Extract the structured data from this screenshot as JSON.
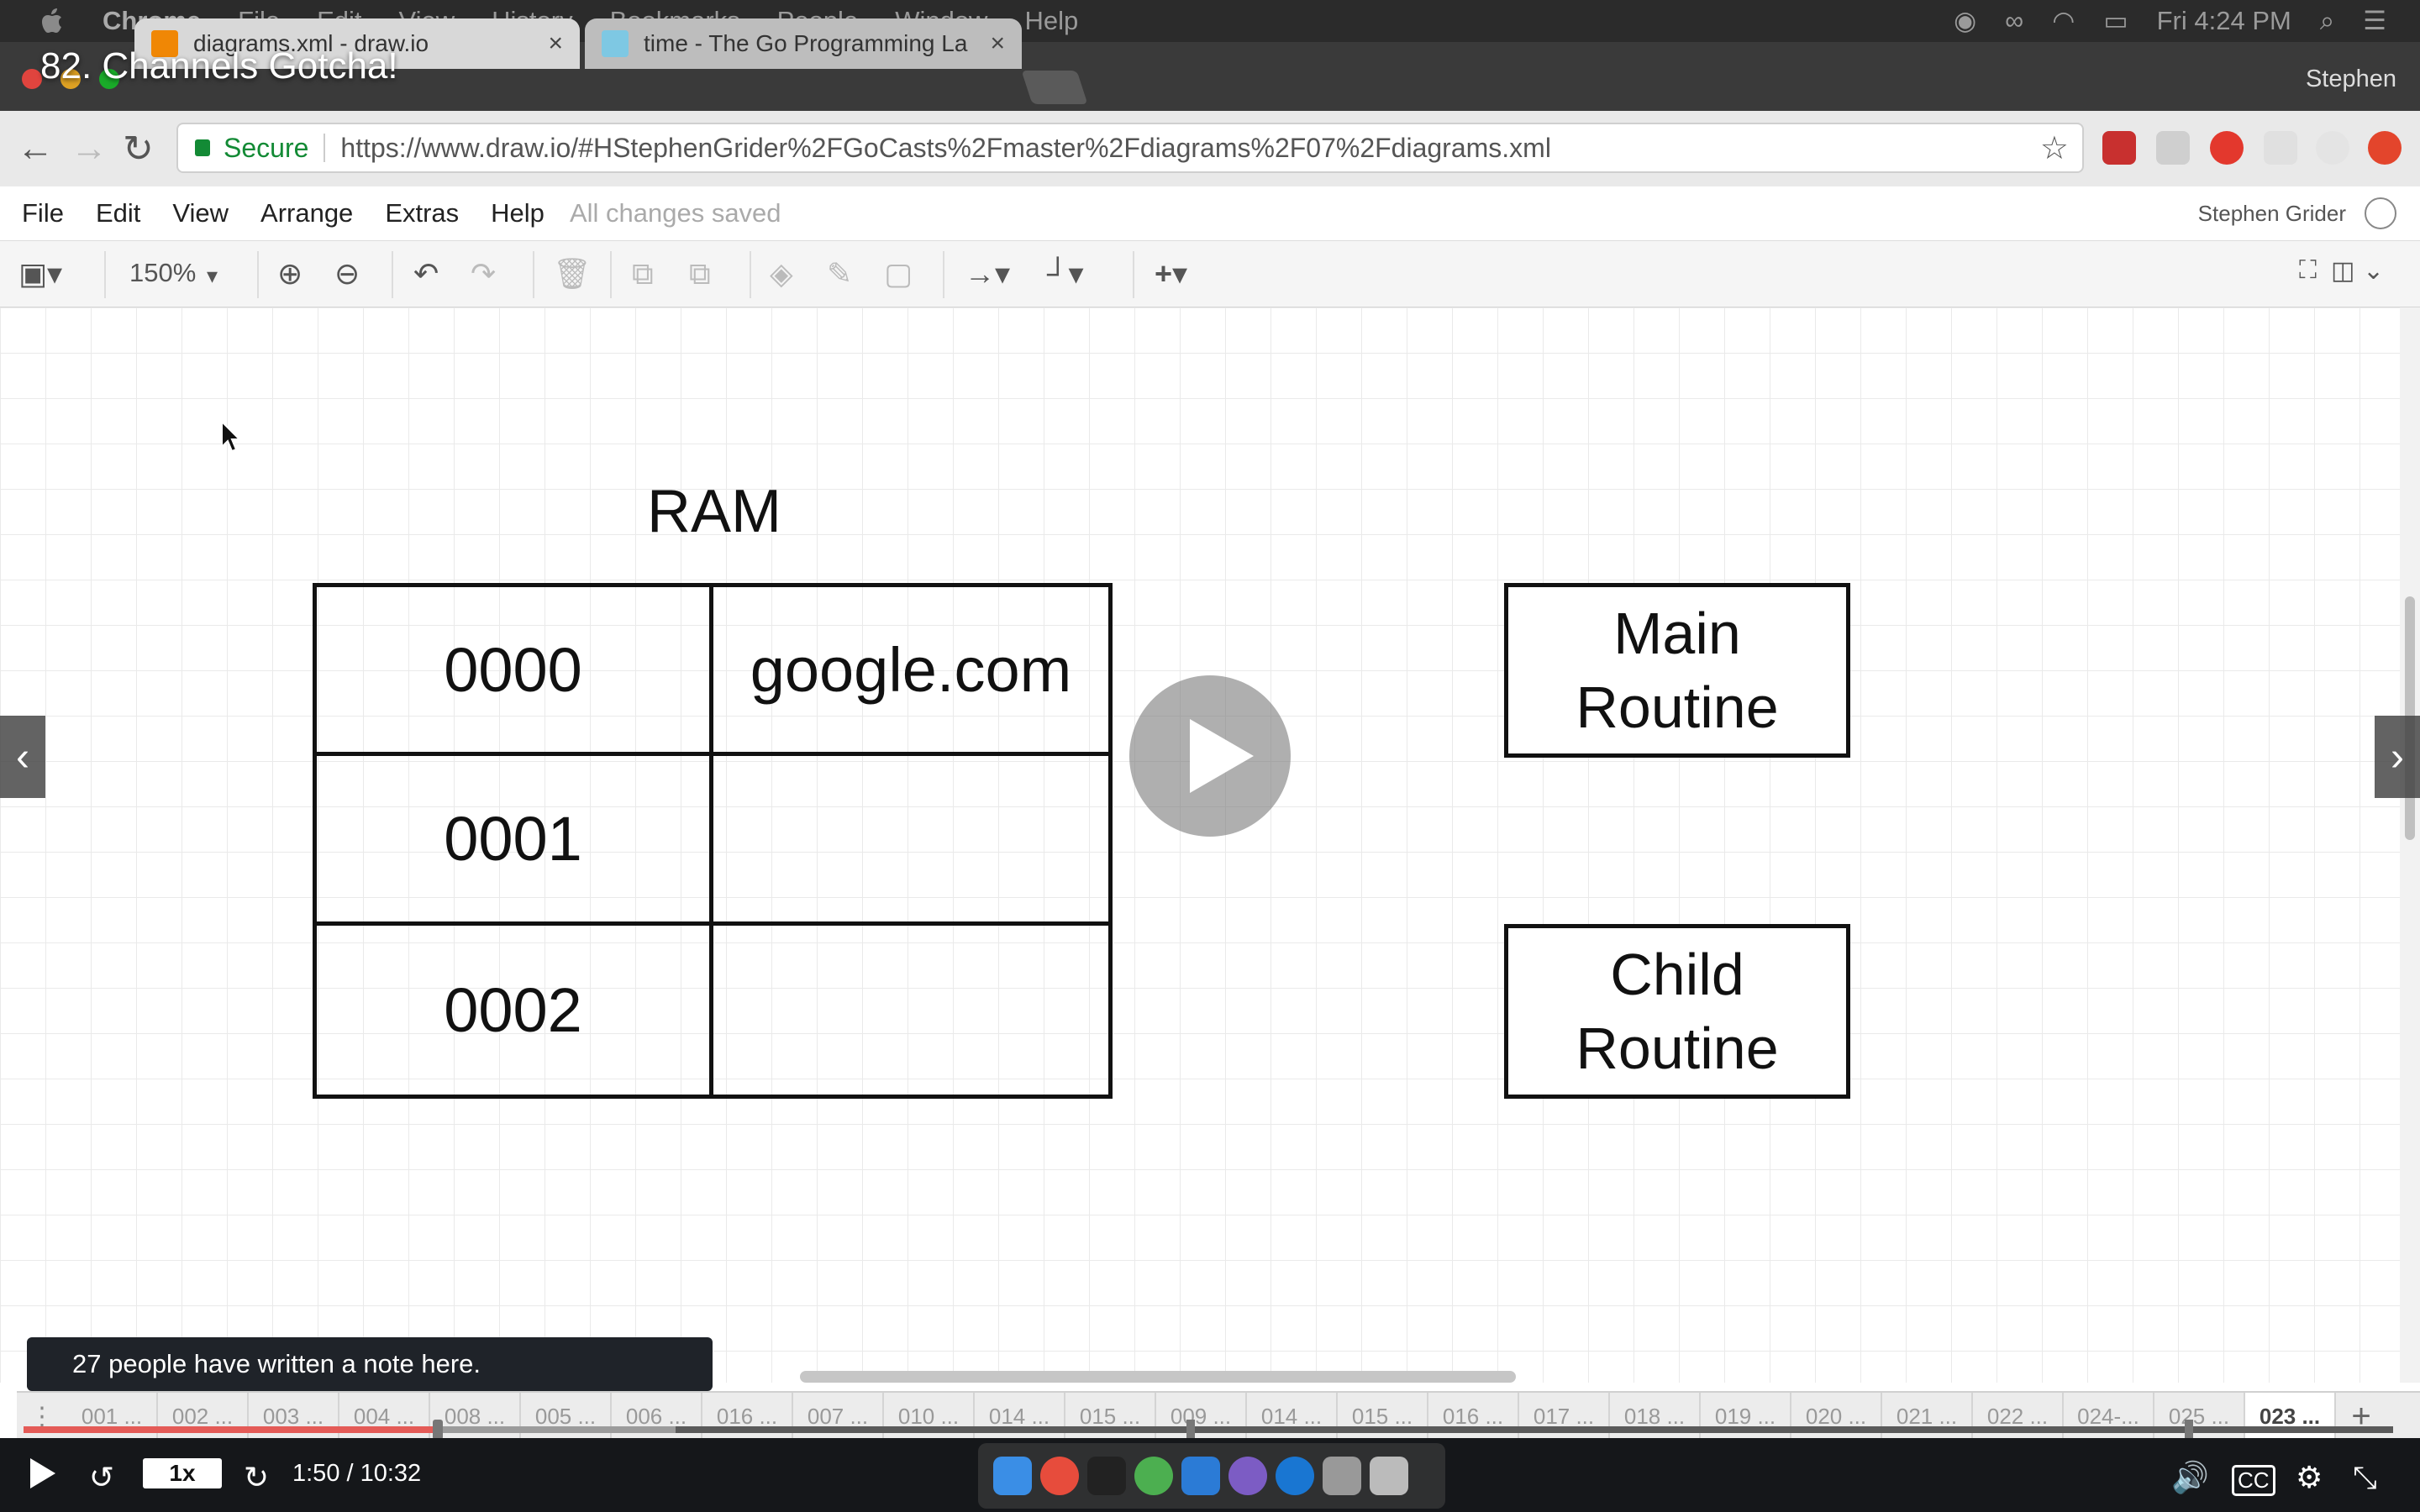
{
  "menubar": {
    "app": "Chrome",
    "items": [
      "File",
      "Edit",
      "View",
      "History",
      "Bookmarks",
      "People",
      "Window",
      "Help"
    ],
    "clock": "Fri 4:24 PM"
  },
  "video": {
    "title": "82. Channels Gotcha!",
    "notes_banner": "27 people have written a note here.",
    "speed": "1x",
    "time": "1:50 / 10:32",
    "progress_fraction": 0.175,
    "buffer_fraction": 0.275
  },
  "browser": {
    "tabs": [
      {
        "label": "diagrams.xml - draw.io",
        "close": "×"
      },
      {
        "label": "time - The Go Programming La",
        "close": "×"
      }
    ],
    "profile": "Stephen",
    "secure_label": "Secure",
    "url": "https://www.draw.io/#HStephenGrider%2FGoCasts%2Fmaster%2Fdiagrams%2F07%2Fdiagrams.xml"
  },
  "drawio": {
    "menu": [
      "File",
      "Edit",
      "View",
      "Arrange",
      "Extras",
      "Help"
    ],
    "save_status": "All changes saved",
    "user": "Stephen Grider",
    "zoom": "150%",
    "page_tabs": [
      "001 ...",
      "002 ...",
      "003 ...",
      "004 ...",
      "008 ...",
      "005 ...",
      "006 ...",
      "016 ...",
      "007 ...",
      "010 ...",
      "014 ...",
      "015 ...",
      "009 ...",
      "014 ...",
      "015 ...",
      "016 ...",
      "017 ...",
      "018 ...",
      "019 ...",
      "020 ...",
      "021 ...",
      "022 ...",
      "024-...",
      "025 ...",
      "023 ..."
    ],
    "active_page_tab": 24
  },
  "diagram": {
    "ram_title": "RAM",
    "rows": [
      {
        "address": "0000",
        "value": "google.com"
      },
      {
        "address": "0001",
        "value": ""
      },
      {
        "address": "0002",
        "value": ""
      }
    ],
    "main_routine": "Main Routine",
    "child_routine": "Child Routine"
  },
  "colors": {
    "secure_green": "#138a35",
    "progress_red": "#e45b57",
    "player_bg": "#15171a"
  }
}
